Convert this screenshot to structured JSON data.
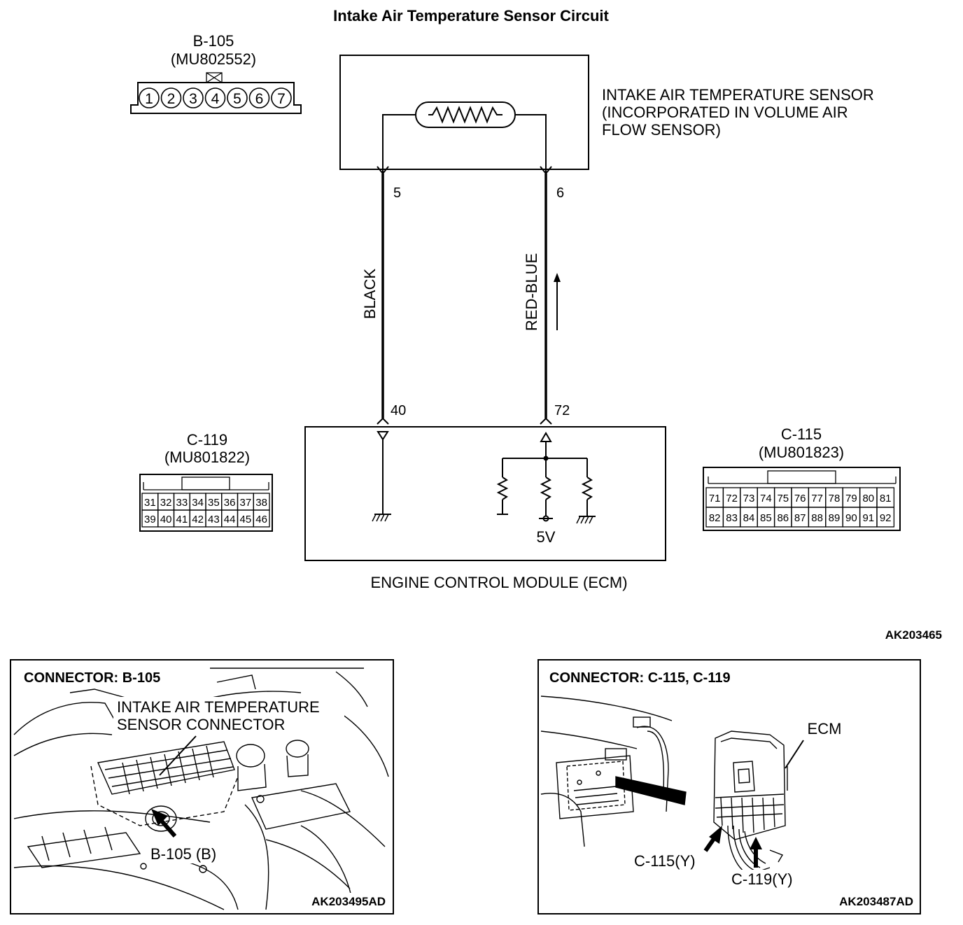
{
  "title": "Intake Air Temperature Sensor Circuit",
  "b105": {
    "name": "B-105",
    "part": "(MU802552)",
    "pins": [
      "1",
      "2",
      "3",
      "4",
      "5",
      "6",
      "7"
    ]
  },
  "sensor": {
    "label_lines": [
      "INTAKE AIR TEMPERATURE SENSOR",
      "(INCORPORATED IN VOLUME AIR",
      "FLOW SENSOR)"
    ],
    "pin_left": "5",
    "pin_right": "6"
  },
  "wires": {
    "left_color": "BLACK",
    "right_color": "RED-BLUE"
  },
  "ecm": {
    "pin_left": "40",
    "pin_right": "72",
    "supply": "5V",
    "label": "ENGINE CONTROL MODULE (ECM)"
  },
  "c119": {
    "name": "C-119",
    "part": "(MU801822)",
    "row1": [
      "31",
      "32",
      "33",
      "34",
      "35",
      "36",
      "37",
      "38"
    ],
    "row2": [
      "39",
      "40",
      "41",
      "42",
      "43",
      "44",
      "45",
      "46"
    ]
  },
  "c115": {
    "name": "C-115",
    "part": "(MU801823)",
    "row1": [
      "71",
      "72",
      "73",
      "74",
      "75",
      "76",
      "77",
      "78",
      "79",
      "80",
      "81"
    ],
    "row2": [
      "82",
      "83",
      "84",
      "85",
      "86",
      "87",
      "88",
      "89",
      "90",
      "91",
      "92"
    ]
  },
  "figure_code": "AK203465",
  "panel_left": {
    "title": "CONNECTOR: B-105",
    "label_lines": [
      "INTAKE AIR TEMPERATURE",
      "SENSOR CONNECTOR"
    ],
    "callout": "B-105 (B)",
    "code": "AK203495AD"
  },
  "panel_right": {
    "title": "CONNECTOR: C-115, C-119",
    "ecm_label": "ECM",
    "callout_1": "C-115(Y)",
    "callout_2": "C-119(Y)",
    "code": "AK203487AD"
  }
}
